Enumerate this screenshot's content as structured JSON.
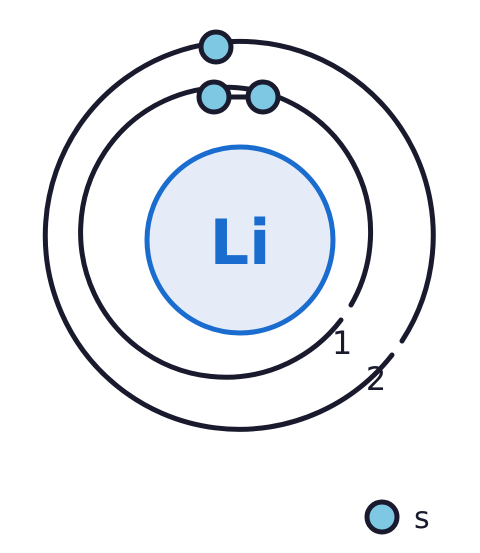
{
  "atom": {
    "symbol": "Li",
    "nucleus_fill": "#e6ecf7",
    "nucleus_stroke": "#1a6ccf",
    "shells": [
      {
        "label": "1",
        "electrons": 2,
        "subshell": "s"
      },
      {
        "label": "2",
        "electrons": 1,
        "subshell": "s"
      }
    ]
  },
  "legend": {
    "items": [
      {
        "label": "s",
        "color": "#7ec8e3"
      }
    ]
  },
  "colors": {
    "shell_stroke": "#1a1a2e",
    "s_electron": "#7ec8e3"
  }
}
